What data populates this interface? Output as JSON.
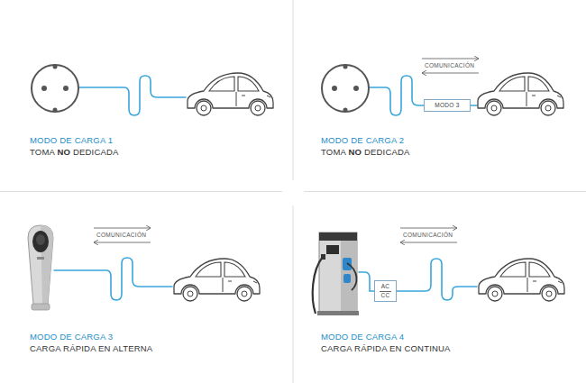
{
  "diagram": {
    "nodes": [
      {
        "text": [
          "MODO 3"
        ]
      },
      {
        "text": [
          "AC",
          "CC"
        ]
      }
    ],
    "labels": [
      "MODO DE CARGA 1",
      "TOMA NO DEDICADA",
      "COMUNICACIÓN",
      "MODO DE CARGA 2",
      "TOMA NO DEDICADA",
      "COMUNICACIÓN",
      "MODO DE CARGA 3",
      "CARGA RÁPIDA EN ALTERNA",
      "COMUNICACIÓN",
      "MODO DE CARGA 4",
      "CARGA RÁPIDA EN CONTINUA"
    ]
  }
}
